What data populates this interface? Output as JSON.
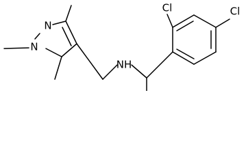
{
  "molecule": {
    "atoms": {
      "cl_top": "Cl",
      "cl_right": "Cl",
      "n_pyrazole_2": "N",
      "n_pyrazole_1": "N",
      "n_amine": "NH"
    }
  },
  "colors": {
    "bond": "#000000",
    "text": "#000000",
    "background": "#ffffff"
  }
}
